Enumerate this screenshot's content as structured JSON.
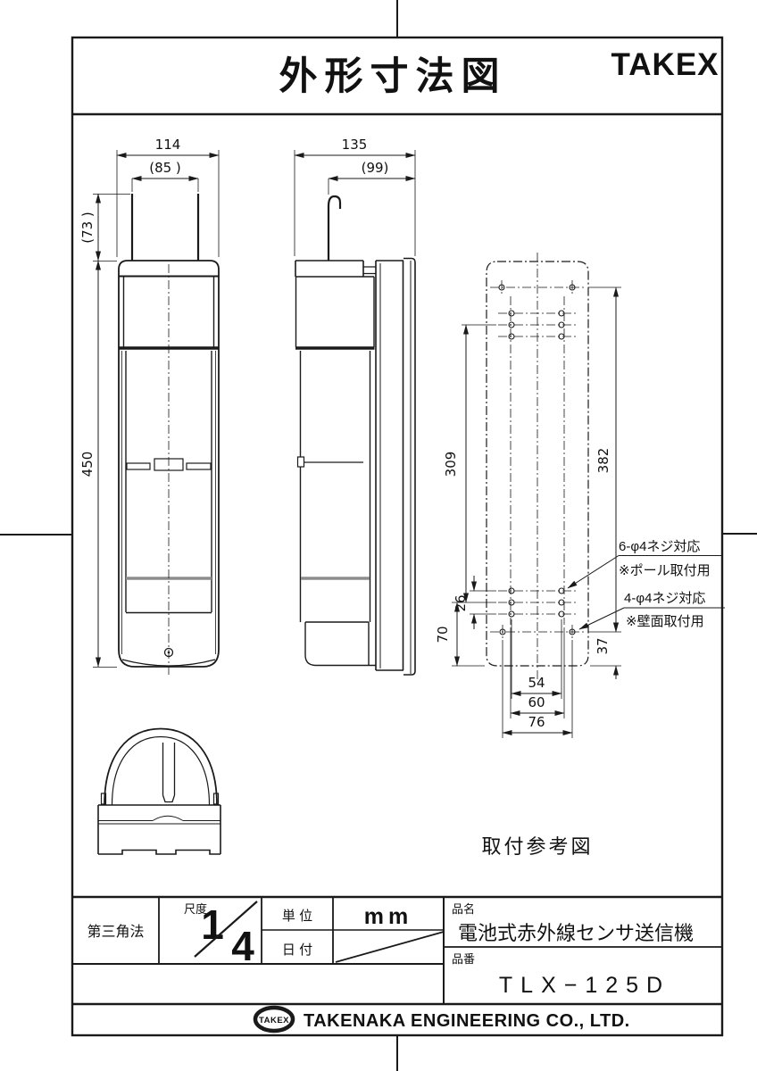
{
  "header": {
    "title": "外形寸法図",
    "brand": "TAKEX"
  },
  "front_view": {
    "dim_width": "114",
    "dim_antenna_span": "(85 )",
    "dim_antenna_height": "(73 )",
    "dim_height": "450"
  },
  "side_view": {
    "dim_depth": "135",
    "dim_antenna_to_back": "(99)"
  },
  "plate_view": {
    "dim_pole_hole_span": "309",
    "dim_wall_hole_span": "382",
    "dim_row_pitch": "26",
    "dim_row_to_bottom": "70",
    "dim_wall_hole_to_bottom": "37",
    "dim_col_span_inner": "54",
    "dim_col_span_mid": "60",
    "dim_col_span_outer": "76",
    "note_pole_line1": "6-φ4ネジ対応",
    "note_pole_line2": "※ポール取付用",
    "note_wall_line1": "4-φ4ネジ対応",
    "note_wall_line2": "※壁面取付用",
    "caption": "取付参考図"
  },
  "title_block": {
    "projection": "第三角法",
    "scale_label": "尺度",
    "scale_numerator": "1",
    "scale_denominator": "4",
    "unit_label": "単 位",
    "unit_value": "mm",
    "date_label": "日 付",
    "product_name_label": "品名",
    "product_name": "電池式赤外線センサ送信機",
    "product_number_label": "品番",
    "product_number": "TLX−125D"
  },
  "footer": {
    "logo": "TAKEX",
    "company": "TAKENAKA ENGINEERING CO., LTD."
  },
  "colors": {
    "line": "#1a1a1a",
    "band_gray": "#8c8c8c",
    "background": "#ffffff"
  }
}
